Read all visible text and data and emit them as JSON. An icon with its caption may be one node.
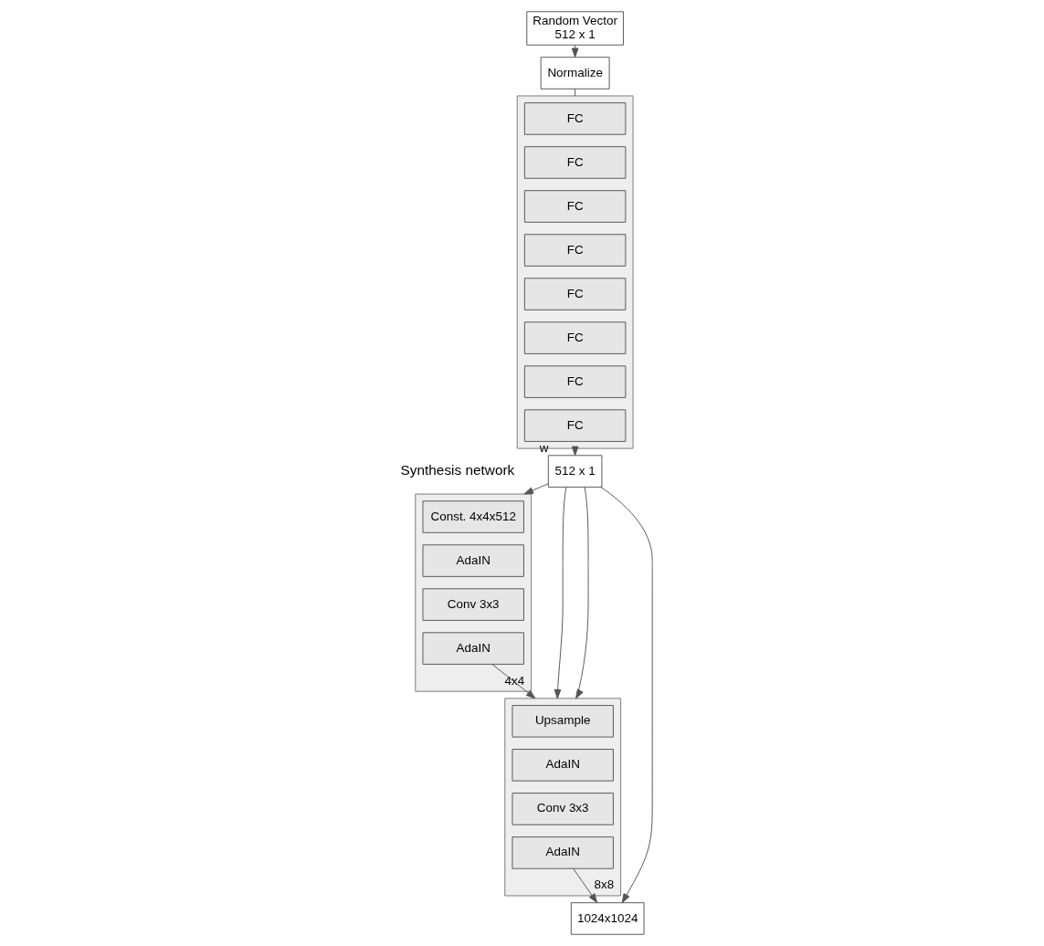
{
  "diagram": {
    "nodes": [
      {
        "text": [
          "Random Vector",
          "512 x 1"
        ]
      },
      {
        "text": [
          "Normalize"
        ]
      },
      {
        "text": [],
        "shape": "box"
      },
      {
        "text": [
          "FC"
        ],
        "in": 2
      },
      {
        "text": [
          "FC"
        ],
        "in": 2
      },
      {
        "text": [
          "FC"
        ],
        "in": 2
      },
      {
        "text": [
          "FC"
        ],
        "in": 2
      },
      {
        "text": [
          "FC"
        ],
        "in": 2
      },
      {
        "text": [
          "FC"
        ],
        "in": 2
      },
      {
        "text": [
          "FC"
        ],
        "in": 2
      },
      {
        "text": [
          "FC"
        ],
        "in": 2
      },
      {
        "text": [
          "512 x 1"
        ],
        "beside": [
          "w"
        ]
      },
      {
        "text": [
          "4x4"
        ]
      },
      {
        "text": [
          "Const. 4x4x512"
        ],
        "in": 12
      },
      {
        "text": [
          "AdaIN"
        ],
        "in": 12
      },
      {
        "text": [
          "Conv 3x3"
        ],
        "in": 12
      },
      {
        "text": [
          "AdaIN"
        ],
        "in": 12
      },
      {
        "text": [
          "8x8"
        ]
      },
      {
        "text": [
          "Upsample"
        ],
        "in": 17
      },
      {
        "text": [
          "AdaIN"
        ],
        "in": 17
      },
      {
        "text": [
          "Conv 3x3"
        ],
        "in": 17
      },
      {
        "text": [
          "AdaIN"
        ],
        "in": 17
      },
      {
        "text": [
          "1024x1024"
        ]
      }
    ],
    "edges": [
      {
        "from": 0,
        "to": 1,
        "arrow": "to"
      },
      {
        "from": 1,
        "to": 2,
        "arrow": "none"
      },
      {
        "from": 2,
        "to": 11,
        "arrow": "to"
      },
      {
        "from": 11,
        "to": 12,
        "arrow": "to"
      },
      {
        "from": 11,
        "to": 17,
        "arrow": "to"
      },
      {
        "from": 11,
        "to": 17,
        "arrow": "to"
      },
      {
        "from": 11,
        "to": 22,
        "arrow": "to"
      },
      {
        "from": 16,
        "to": 17,
        "arrow": "to"
      },
      {
        "from": 21,
        "to": 22,
        "arrow": "to"
      }
    ],
    "labels": [
      "Synthesis network"
    ]
  }
}
